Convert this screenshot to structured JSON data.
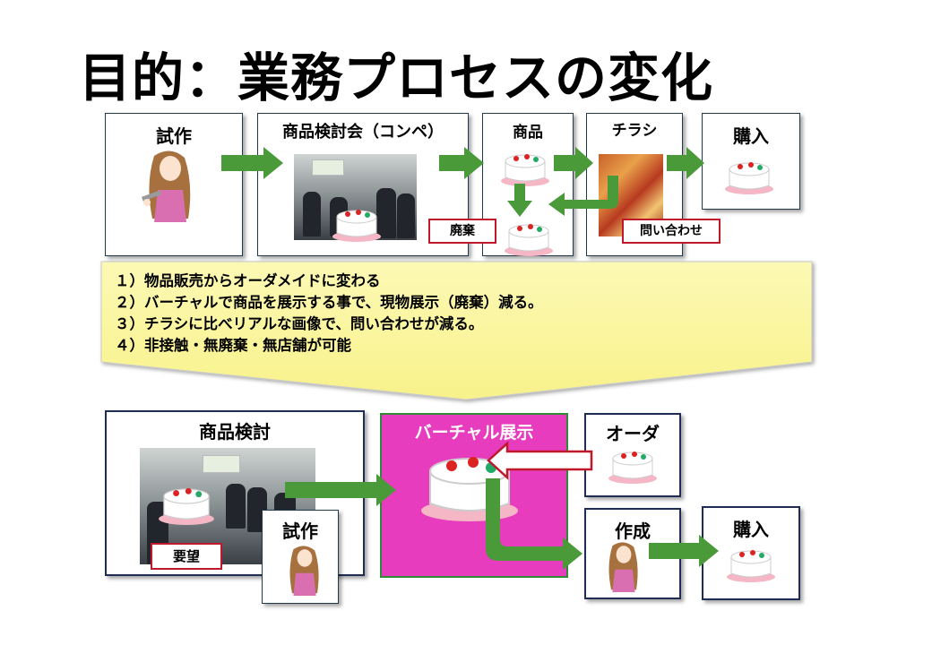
{
  "title": "目的：業務プロセスの変化",
  "top_flow": {
    "steps": [
      "試作",
      "商品検討会（コンペ）",
      "商品",
      "チラシ",
      "購入"
    ],
    "tags": {
      "waste": "廃棄",
      "inquiry": "問い合わせ"
    }
  },
  "callout": {
    "lines": [
      "１）物品販売からオーダメイドに変わる",
      "２）バーチャルで商品を展示する事で、現物展示（廃棄）減る。",
      "３）チラシに比べリアルな画像で、問い合わせが減る。",
      "４）非接触・無廃棄・無店舗が可能"
    ]
  },
  "bottom_flow": {
    "review": "商品検討",
    "request_tag": "要望",
    "prototype": "試作",
    "virtual_title": "バーチャル展示",
    "order": "オーダ",
    "make": "作成",
    "purchase": "購入"
  },
  "colors": {
    "arrow_green": "#4a9a3a",
    "highlight_pink": "#e83cbf",
    "callout_yellow": "#fbf7a3",
    "tag_red": "#c0182b",
    "box_navy": "#1f2d55"
  },
  "icons": [
    "cake-icon",
    "girl-illustration",
    "meeting-photo",
    "flyer-photo"
  ]
}
